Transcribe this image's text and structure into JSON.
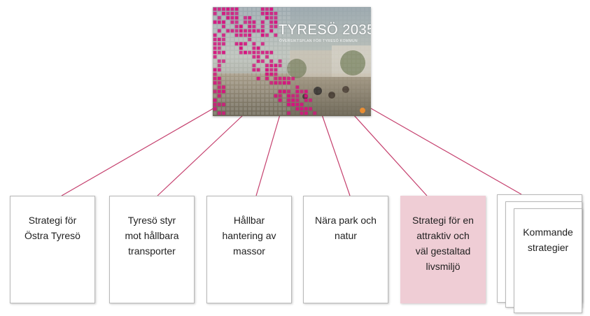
{
  "cover": {
    "title": "TYRESÖ 2035",
    "subtitle": "ÖVERSIKTSPLAN FÖR TYRESÖ KOMMUN",
    "colors": {
      "accent": "#d6137f",
      "line": "#c5406e"
    }
  },
  "strategies": [
    {
      "label": "Strategi för\nÖstra Tyresö"
    },
    {
      "label": "Tyresö styr\nmot hållbara\ntransporter"
    },
    {
      "label": "Hållbar\nhantering av\nmassor"
    },
    {
      "label": "Nära park och\nnatur"
    },
    {
      "label": "Strategi för en\nattraktiv och\nväl gestaltad\nlivsmiljö"
    },
    {
      "label": "Kommande\nstrategier"
    }
  ]
}
